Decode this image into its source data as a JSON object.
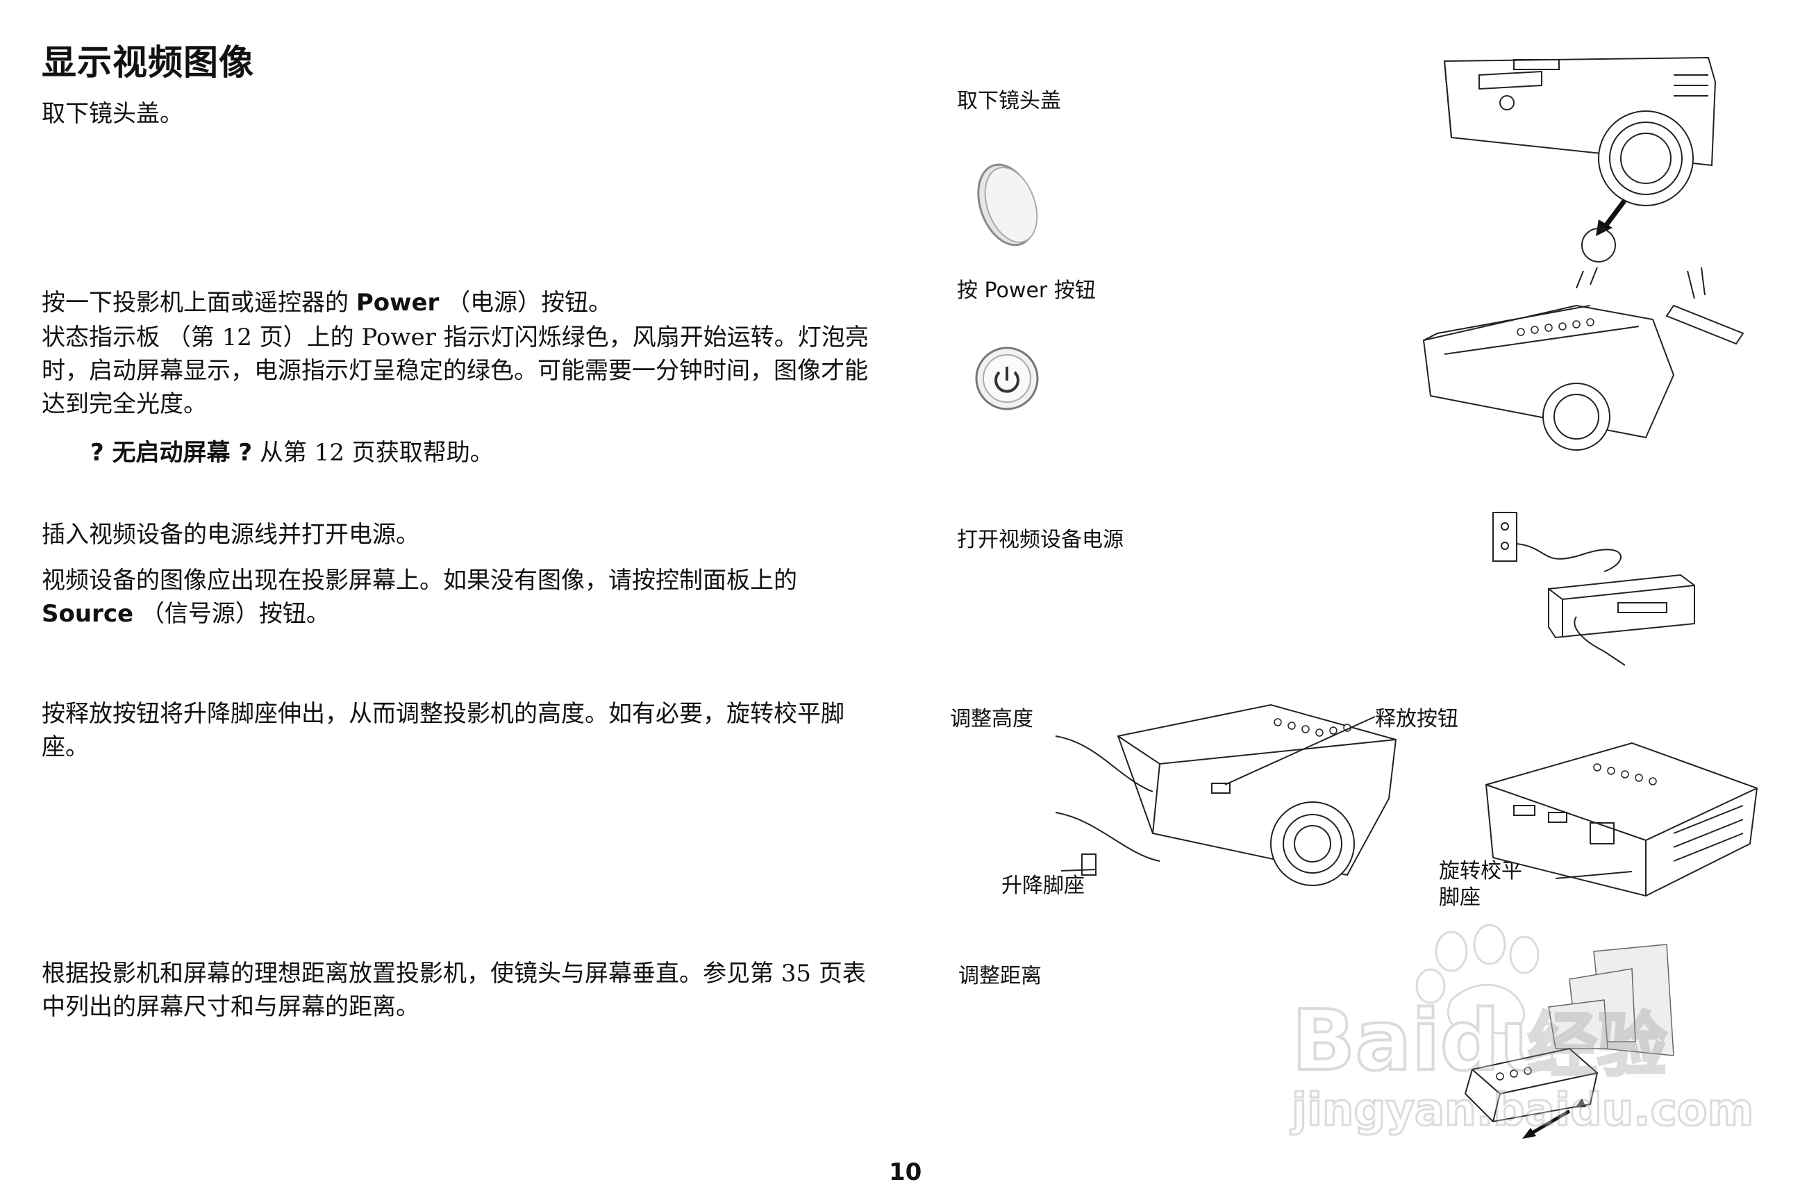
{
  "title": "显示视频图像",
  "page_number": "10",
  "sections": [
    {
      "text": "取下镜头盖。",
      "figure_label": "取下镜头盖"
    },
    {
      "line1_pre": "按一下投影机上面或遥控器的 ",
      "line1_bold": "Power",
      "line1_post": " （电源）按钮。",
      "para": "状态指示板 （第  12 页）上的 Power 指示灯闪烁绿色，风扇开始运转。灯泡亮时，启动屏幕显示，电源指示灯呈稳定的绿色。可能需要一分钟时间，图像才能达到完全光度。",
      "help_bold": "? 无启动屏幕 ?",
      "help_text": " 从第  12 页获取帮助。",
      "figure_label": "按 Power 按钮"
    },
    {
      "text1": "插入视频设备的电源线并打开电源。",
      "text2_pre": "视频设备的图像应出现在投影屏幕上。如果没有图像，请按控制面板上的 ",
      "text2_bold": "Source",
      "text2_post": " （信号源）按钮。",
      "figure_label": "打开视频设备电源"
    },
    {
      "text": "按释放按钮将升降脚座伸出，从而调整投影机的高度。如有必要，旋转校平脚座。",
      "figure_label": "调整高度",
      "callout_release": "释放按钮",
      "callout_elevator": "升降脚座",
      "callout_leveling": "旋转校平\n脚座"
    },
    {
      "text": "根据投影机和屏幕的理想距离放置投影机，使镜头与屏幕垂直。参见第  35 页表中列出的屏幕尺寸和与屏幕的距离。",
      "figure_label": "调整距离"
    }
  ],
  "watermark": {
    "brand": "Baidu",
    "cn": "经验",
    "url": "jingyan.baidu.com"
  }
}
